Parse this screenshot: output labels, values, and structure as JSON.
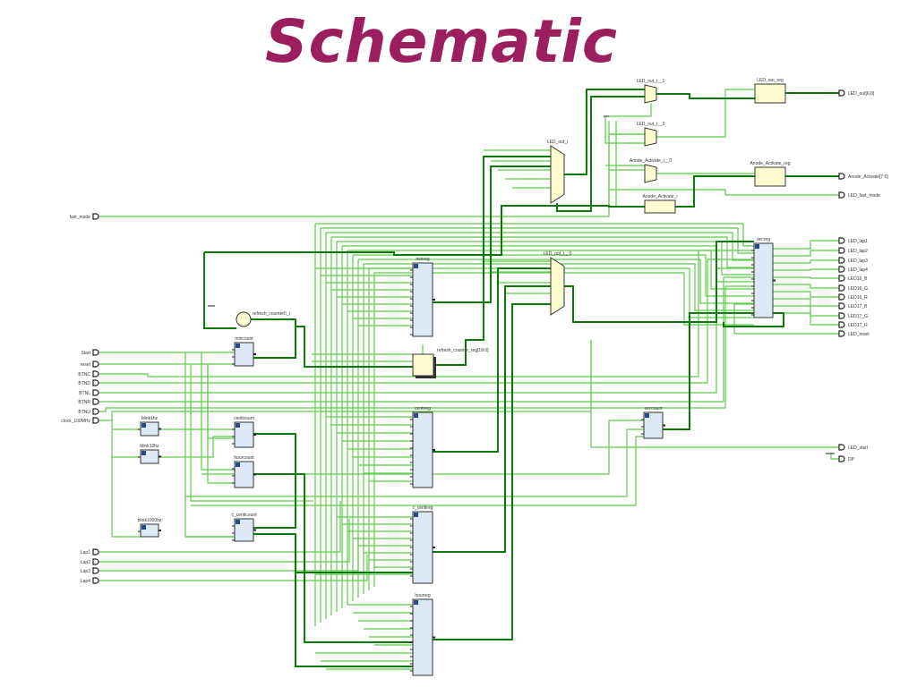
{
  "title": "Schematic",
  "colors": {
    "title": "#9b1f5c",
    "wire": "#5ccc4a",
    "bus": "#0a7a0a",
    "register": "#dce8f6",
    "logic": "#fffcd0"
  },
  "inputs": [
    "fast_mode",
    "Start",
    "reset",
    "BTNC",
    "BTND",
    "BTNL",
    "BTNR",
    "BTNU",
    "clock_100MHz",
    "Lap1",
    "Lap2",
    "Lap3",
    "Lap4"
  ],
  "outputs": [
    "LED_out[6:0]",
    "Anode_Activate[7:0]",
    "LED_fast_mode",
    "LED_lap1",
    "LED_lap2",
    "LED_lap3",
    "LED_lap4",
    "LED16_B",
    "LED16_G",
    "LED16_R",
    "LED17_B",
    "LED17_G",
    "LED17_R",
    "LED_reset",
    "LED_start",
    "DP"
  ],
  "cells": [
    {
      "label": "mincount",
      "kind": "register"
    },
    {
      "label": "centicount",
      "kind": "register"
    },
    {
      "label": "hourcount",
      "kind": "register"
    },
    {
      "label": "c_centicount",
      "kind": "register"
    },
    {
      "label": "blink1hz",
      "kind": "register"
    },
    {
      "label": "blink10hz",
      "kind": "register"
    },
    {
      "label": "blink1000hz",
      "kind": "register"
    },
    {
      "label": "minreg",
      "kind": "register"
    },
    {
      "label": "centireg",
      "kind": "register"
    },
    {
      "label": "c_centireg",
      "kind": "register"
    },
    {
      "label": "hourreg",
      "kind": "register"
    },
    {
      "label": "secreg",
      "kind": "register"
    },
    {
      "label": "seccount",
      "kind": "register"
    },
    {
      "label": "refresh_counter_reg[19:0]",
      "kind": "flipflop"
    },
    {
      "label": "refresh_counter0_i",
      "kind": "adder"
    },
    {
      "label": "LED_out_i",
      "kind": "mux"
    },
    {
      "label": "LED_out_i__0",
      "kind": "mux"
    },
    {
      "label": "LED_out_i__1",
      "kind": "mux"
    },
    {
      "label": "LED_out_i__2",
      "kind": "mux"
    },
    {
      "label": "Anode_Activate_i__0",
      "kind": "mux"
    },
    {
      "label": "Anode_Activate_i",
      "kind": "logic"
    },
    {
      "label": "LED_out_reg",
      "kind": "logic"
    },
    {
      "label": "Anode_Activate_reg",
      "kind": "logic"
    }
  ]
}
